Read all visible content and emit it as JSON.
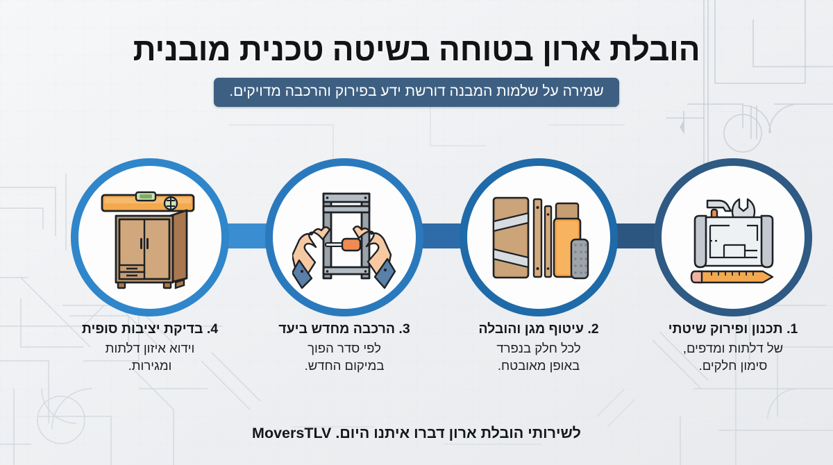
{
  "header": {
    "title": "הובלת ארון בטוחה בשיטה טכנית מובנית",
    "subtitle": "שמירה על שלמות המבנה דורשת ידע בפירוק והרכבה מדויקים.",
    "subtitle_bg": "#3d5f82",
    "title_color": "#111315"
  },
  "background": {
    "base_color": "#eef0f2",
    "line_color": "#ccd2d8",
    "style": "blueprint-floorplan"
  },
  "steps": [
    {
      "number": "1",
      "title": "1. תכנון ופירוק שיטתי",
      "body_line1": "של דלתות ומדפים,",
      "body_line2": "סימון חלקים.",
      "icon": "blueprint-tools-icon",
      "ring_color": "#2e5a84"
    },
    {
      "number": "2",
      "title": "2. עיטוף מגן והובלה",
      "body_line1": "לכל חלק בנפרד",
      "body_line2": "באופן מאובטח.",
      "icon": "wrapped-panels-icon",
      "ring_color": "#1f6aa8"
    },
    {
      "number": "3",
      "title": "3. הרכבה מחדש ביעד",
      "body_line1": "לפי סדר הפוך",
      "body_line2": "במיקום החדש.",
      "icon": "hands-assembly-icon",
      "ring_color": "#2a79bd"
    },
    {
      "number": "4",
      "title": "4. בדיקת יציבות סופית",
      "body_line1": "וידוא איזון דלתות",
      "body_line2": "ומגירות.",
      "icon": "wardrobe-level-icon",
      "ring_color": "#2f86ca"
    }
  ],
  "arrows": [
    {
      "name": "arrow-step1-to-step2",
      "color": "#2c5680",
      "direction": "left"
    },
    {
      "name": "arrow-step2-to-step3",
      "color": "#2d6ca8",
      "direction": "left"
    },
    {
      "name": "arrow-step3-to-step4",
      "color": "#3a8dd0",
      "direction": "left"
    }
  ],
  "footer": {
    "text_before": "לשירותי הובלת ארון דברו איתנו היום.",
    "brand": "MoversTLV"
  }
}
